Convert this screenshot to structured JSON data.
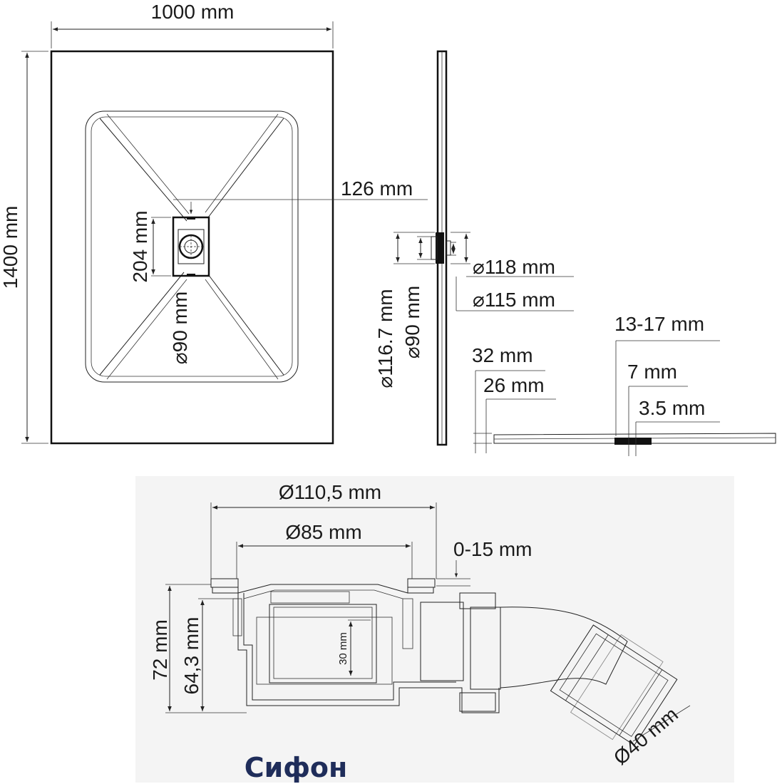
{
  "colors": {
    "line": "#111111",
    "title": "#1f2d5a",
    "siphon_bg": "#f4f4f4"
  },
  "tray_top": {
    "width_label": "1000 mm",
    "height_label": "1400 mm",
    "drain_offset_label": "126 mm",
    "drain_height_label": "204 mm",
    "drain_diameter_label": "⌀90 mm"
  },
  "tray_side": {
    "d118_label": "⌀118 mm",
    "d115_label": "⌀115 mm",
    "d1167_label": "⌀116.7 mm",
    "d90_label": "⌀90 mm"
  },
  "tray_profile": {
    "h32_label": "32 mm",
    "h26_label": "26 mm",
    "h1317_label": "13-17 mm",
    "h7_label": "7 mm",
    "h35_label": "3.5 mm"
  },
  "siphon": {
    "title": "Сифон",
    "d1105_label": "Ø110,5 mm",
    "d85_label": "Ø85 mm",
    "adj_label": "0-15 mm",
    "h72_label": "72 mm",
    "h643_label": "64,3 mm",
    "h30_label": "30 mm",
    "d40_label": "Ø40 mm"
  }
}
